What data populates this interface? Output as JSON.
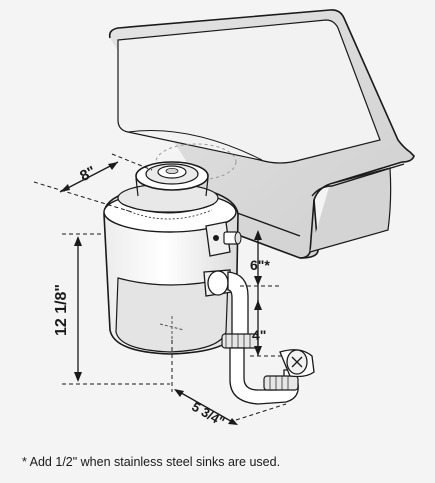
{
  "dimensions": {
    "sink_to_flange": "8\"",
    "unit_height": "12 1/8\"",
    "sink_to_inlet": "6\"*",
    "inlet_to_trap": "4\"",
    "trap_offset": "5 3/4\""
  },
  "footnote": "* Add 1/2\" when stainless steel sinks are used.",
  "colors": {
    "background": "#f4f4f4",
    "line": "#1a1a1a",
    "body_fill": "#ffffff",
    "sink_shade": "#d9d9d9",
    "canister_shade": "#e6e6e6"
  },
  "icons": {
    "drain_flange": "sink-flange-icon",
    "drain_trap": "p-trap-icon",
    "dishwasher_inlet": "inlet-port-icon"
  }
}
